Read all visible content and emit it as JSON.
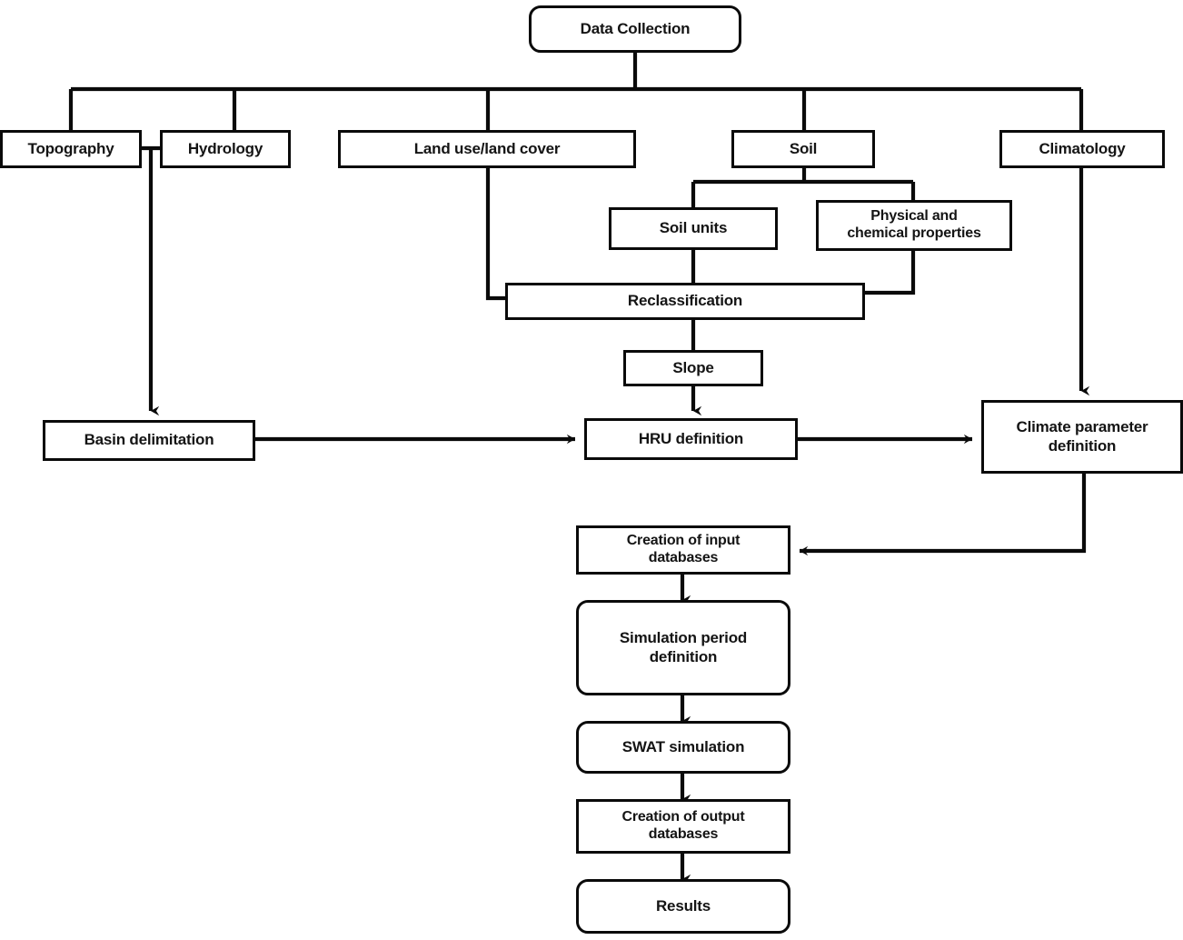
{
  "diagram": {
    "title": "SWAT model workflow flowchart",
    "line_color": "#0a0a0a",
    "text_color": "#141414",
    "background": "#ffffff"
  },
  "nodes": {
    "data_collection": {
      "label": "Data Collection"
    },
    "topography": {
      "label": "Topography"
    },
    "hydrology": {
      "label": "Hydrology"
    },
    "land_use": {
      "label": "Land use/land cover"
    },
    "soil": {
      "label": "Soil"
    },
    "climatology": {
      "label": "Climatology"
    },
    "soil_units": {
      "label": "Soil units"
    },
    "physical_chemical": {
      "label": "Physical and\nchemical properties"
    },
    "reclassification": {
      "label": "Reclassification"
    },
    "slope": {
      "label": "Slope"
    },
    "basin_delimitation": {
      "label": "Basin delimitation"
    },
    "hru_definition": {
      "label": "HRU definition"
    },
    "climate_parameter": {
      "label": "Climate parameter\ndefinition"
    },
    "input_databases": {
      "label": "Creation of input\ndatabases"
    },
    "simulation_period": {
      "label": "Simulation period\ndefinition"
    },
    "swat_simulation": {
      "label": "SWAT simulation"
    },
    "output_databases": {
      "label": "Creation of output\ndatabases"
    },
    "results": {
      "label": "Results"
    }
  },
  "edges": [
    {
      "from": "data_collection",
      "to": "topography",
      "arrow": false
    },
    {
      "from": "data_collection",
      "to": "hydrology",
      "arrow": false
    },
    {
      "from": "data_collection",
      "to": "land_use",
      "arrow": false
    },
    {
      "from": "data_collection",
      "to": "soil",
      "arrow": false
    },
    {
      "from": "data_collection",
      "to": "climatology",
      "arrow": false
    },
    {
      "from": "topography",
      "to": "basin_delimitation",
      "arrow": true
    },
    {
      "from": "hydrology",
      "to": "basin_delimitation",
      "arrow": true
    },
    {
      "from": "land_use",
      "to": "reclassification",
      "arrow": false
    },
    {
      "from": "soil",
      "to": "soil_units",
      "arrow": false
    },
    {
      "from": "soil",
      "to": "physical_chemical",
      "arrow": false
    },
    {
      "from": "soil_units",
      "to": "reclassification",
      "arrow": false
    },
    {
      "from": "physical_chemical",
      "to": "reclassification",
      "arrow": false
    },
    {
      "from": "reclassification",
      "to": "slope",
      "arrow": false
    },
    {
      "from": "slope",
      "to": "hru_definition",
      "arrow": true
    },
    {
      "from": "basin_delimitation",
      "to": "hru_definition",
      "arrow": true
    },
    {
      "from": "hru_definition",
      "to": "climate_parameter",
      "arrow": true
    },
    {
      "from": "climatology",
      "to": "climate_parameter",
      "arrow": true
    },
    {
      "from": "climate_parameter",
      "to": "input_databases",
      "arrow": true
    },
    {
      "from": "input_databases",
      "to": "simulation_period",
      "arrow": true
    },
    {
      "from": "simulation_period",
      "to": "swat_simulation",
      "arrow": true
    },
    {
      "from": "swat_simulation",
      "to": "output_databases",
      "arrow": true
    },
    {
      "from": "output_databases",
      "to": "results",
      "arrow": true
    }
  ]
}
